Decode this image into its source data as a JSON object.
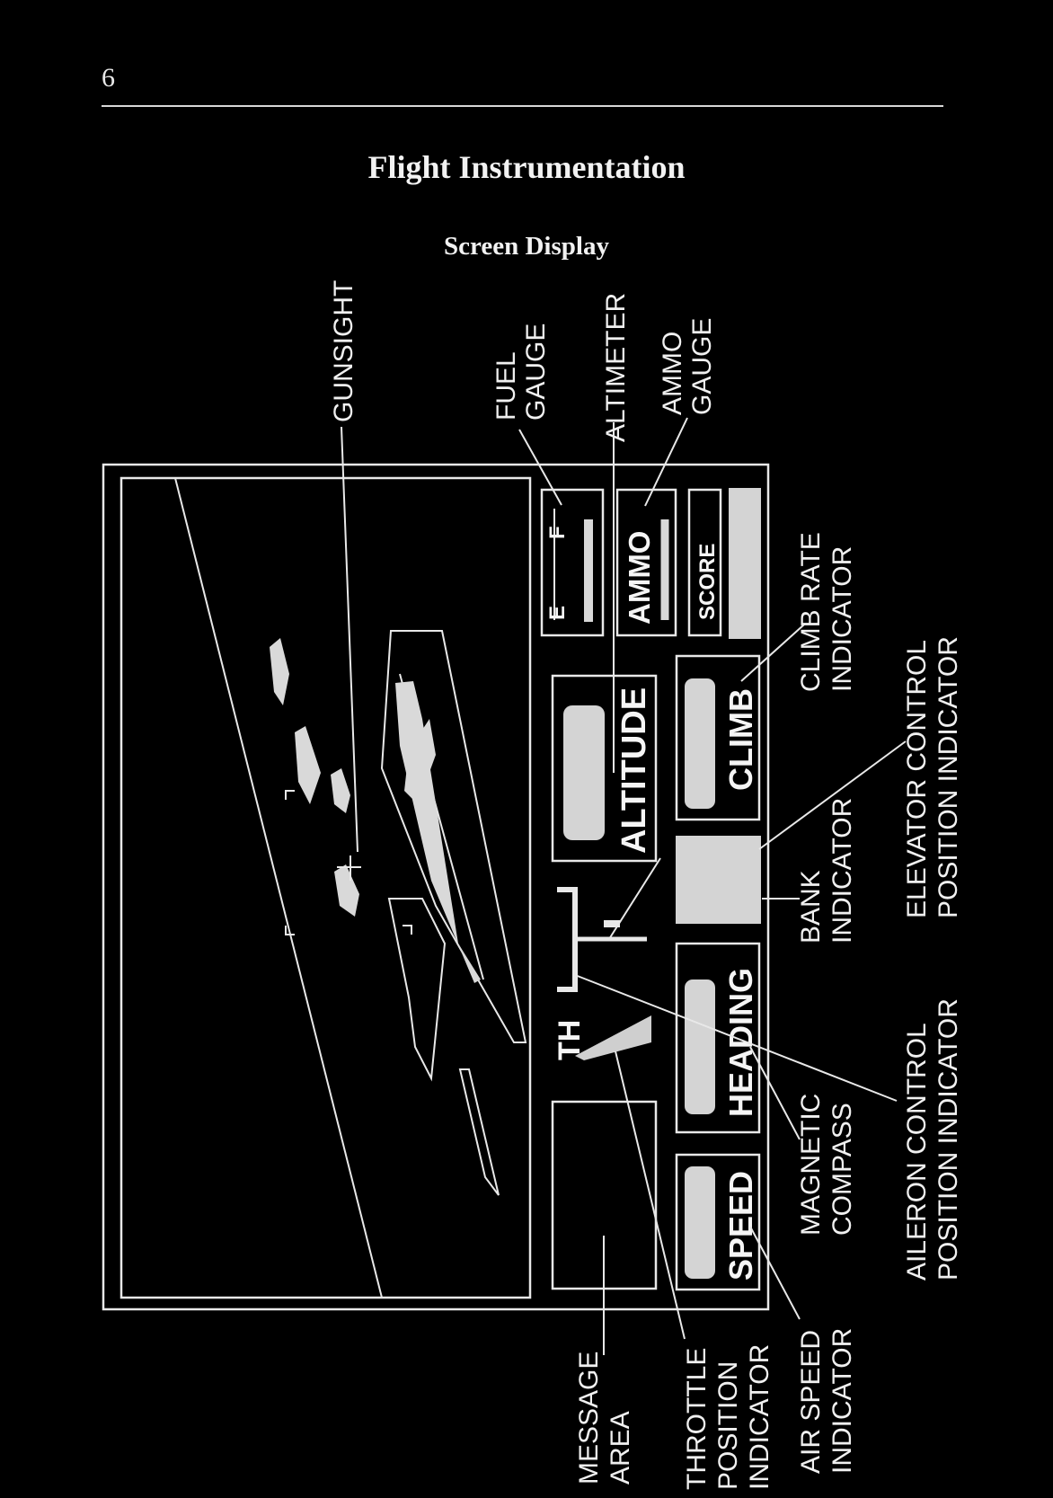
{
  "page": {
    "number": "6",
    "title": "Flight Instrumentation",
    "subtitle": "Screen Display"
  },
  "panel": {
    "fuel_empty": "E",
    "fuel_full": "F",
    "ammo": "AMMO",
    "score": "SCORE",
    "altitude": "ALTITUDE",
    "climb": "CLIMB",
    "throttle": "TH",
    "heading": "HEADING",
    "speed": "SPEED"
  },
  "callouts": {
    "gunsight": "GUNSIGHT",
    "fuel_gauge": [
      "FUEL",
      "GAUGE"
    ],
    "altimeter": "ALTIMETER",
    "ammo_gauge": [
      "AMMO",
      "GAUGE"
    ],
    "climb_rate": [
      "CLIMB RATE",
      "INDICATOR"
    ],
    "elevator": [
      "ELEVATOR CONTROL",
      "POSITION INDICATOR"
    ],
    "bank": [
      "BANK",
      "INDICATOR"
    ],
    "aileron": [
      "AILERON CONTROL",
      "POSITION INDICATOR"
    ],
    "magnetic_compass": [
      "MAGNETIC",
      "COMPASS"
    ],
    "air_speed": [
      "AIR SPEED",
      "INDICATOR"
    ],
    "throttle_position": [
      "THROTTLE",
      "POSITION",
      "INDICATOR"
    ],
    "message_area": [
      "MESSAGE",
      "AREA"
    ]
  }
}
